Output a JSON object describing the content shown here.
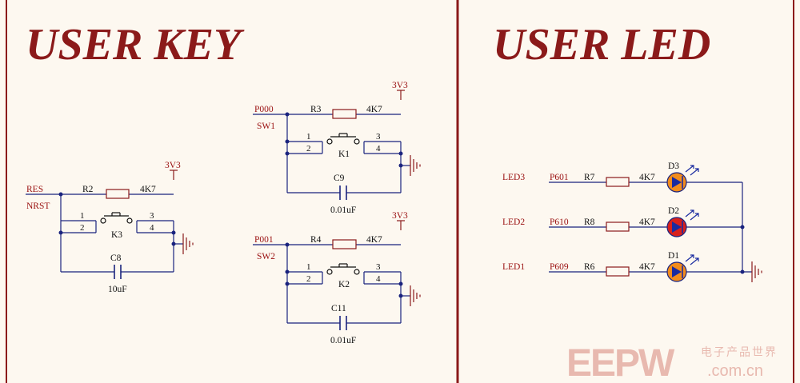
{
  "colors": {
    "background": "#fdf8f0",
    "frame": "#8b1a1a",
    "wire": "#1a237e",
    "net_label": "#9a1010",
    "part_text": "#111111",
    "led_orange": "#f28c1c",
    "led_red": "#d8211c",
    "led_triangle": "#1a2ba0",
    "watermark": "#e2a49a"
  },
  "titles": {
    "left": "USER KEY",
    "right": "USER LED"
  },
  "key_section": {
    "reset_circuit": {
      "net_left": "RES",
      "net_left_alt": "NRST",
      "resistor_ref": "R2",
      "resistor_value": "4K7",
      "power": "3V3",
      "switch_ref": "K3",
      "pins": [
        "1",
        "2",
        "3",
        "4"
      ],
      "cap_ref": "C8",
      "cap_value": "10uF"
    },
    "sw1_circuit": {
      "net_left": "P000",
      "net_left_alt": "SW1",
      "resistor_ref": "R3",
      "resistor_value": "4K7",
      "power": "3V3",
      "switch_ref": "K1",
      "pins": [
        "1",
        "2",
        "3",
        "4"
      ],
      "cap_ref": "C9",
      "cap_value": "0.01uF"
    },
    "sw2_circuit": {
      "net_left": "P001",
      "net_left_alt": "SW2",
      "resistor_ref": "R4",
      "resistor_value": "4K7",
      "power": "3V3",
      "switch_ref": "K2",
      "pins": [
        "1",
        "2",
        "3",
        "4"
      ],
      "cap_ref": "C11",
      "cap_value": "0.01uF"
    }
  },
  "led_section": {
    "rows": [
      {
        "net": "LED3",
        "port": "P601",
        "resistor_ref": "R7",
        "resistor_value": "4K7",
        "led_ref": "D3",
        "led_color": "orange"
      },
      {
        "net": "LED2",
        "port": "P610",
        "resistor_ref": "R8",
        "resistor_value": "4K7",
        "led_ref": "D2",
        "led_color": "red"
      },
      {
        "net": "LED1",
        "port": "P609",
        "resistor_ref": "R6",
        "resistor_value": "4K7",
        "led_ref": "D1",
        "led_color": "orange"
      }
    ]
  },
  "watermark": {
    "logo": "EEPW",
    "tagline": "电子产品世界",
    "domain": ".com.cn"
  }
}
